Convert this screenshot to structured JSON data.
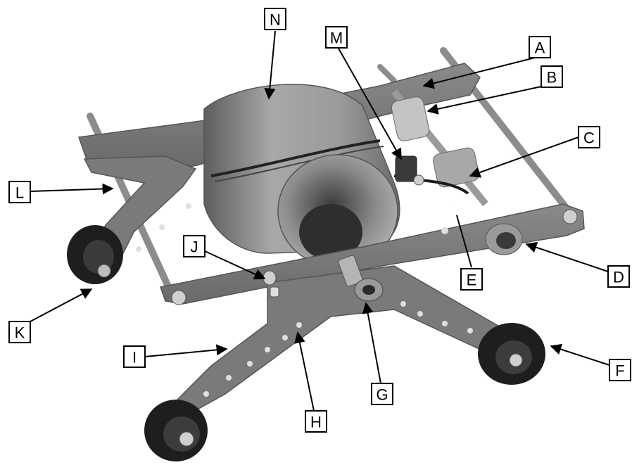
{
  "diagram": {
    "callouts": [
      "A",
      "B",
      "C",
      "D",
      "E",
      "F",
      "G",
      "H",
      "I",
      "J",
      "K",
      "L",
      "M",
      "N"
    ]
  },
  "colors": {
    "frame_plate": "#7d7d7d",
    "frame_edge": "#5a5a5a",
    "drum": "#9a9a9a",
    "drum_dark": "#6e6e6e",
    "rod": "#8c8c8c",
    "wheel_tire": "#1e1e1e",
    "wheel_hub": "#bdbdbd",
    "hole": "#e8e8e8"
  }
}
